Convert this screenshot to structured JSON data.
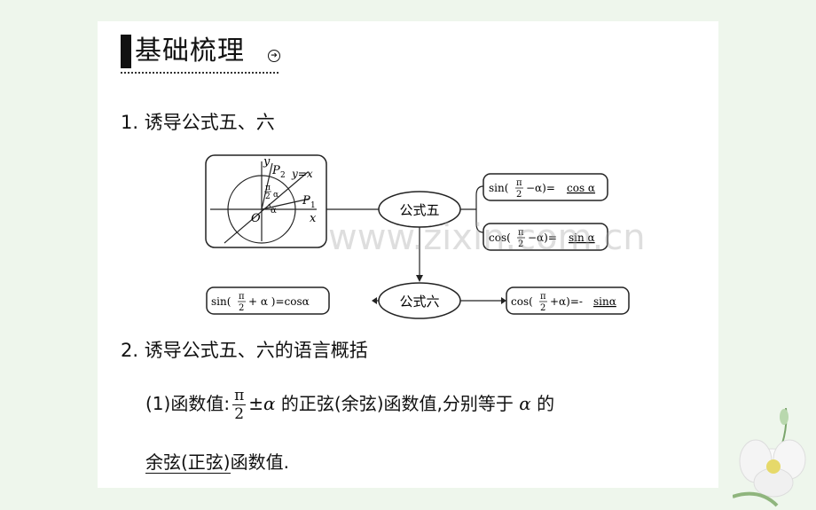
{
  "heading": {
    "title": "基础梳理",
    "icon": "arrow-circle-icon"
  },
  "section1": {
    "title": "1. 诱导公式五、六"
  },
  "diagram": {
    "axis_y": "y",
    "axis_x": "x",
    "p2": "P",
    "p2_sub": "2",
    "p1": "P",
    "p1_sub": "1",
    "line_label": "y=x",
    "origin": "O",
    "alpha": "α",
    "pi": "π",
    "two": "2",
    "formula5_label": "公式五",
    "formula6_label": "公式六",
    "f5a_pre": "sin(",
    "f5a_mid": "−α)=",
    "f5a_result": "cos α",
    "f5b_pre": "cos(",
    "f5b_mid": "−α)=",
    "f5b_result": "sin α",
    "f6a_pre": "sin(",
    "f6a_mid": "+ α )=cosα",
    "f6b_pre": "cos(",
    "f6b_mid": "+α)=-",
    "f6b_result": "sinα"
  },
  "section2": {
    "title": "2. 诱导公式五、六的语言概括"
  },
  "line1": {
    "prefix": "(1)函数值:",
    "frac_num": "π",
    "frac_den": "2",
    "pm": "±",
    "alpha": "α",
    "mid": " 的正弦(余弦)函数值,分别等于 ",
    "alpha2": "α",
    "suffix": " 的"
  },
  "line2": {
    "underlined": "余弦(正弦)",
    "suffix": "函数值."
  },
  "watermark": "www.zixin.com.cn"
}
